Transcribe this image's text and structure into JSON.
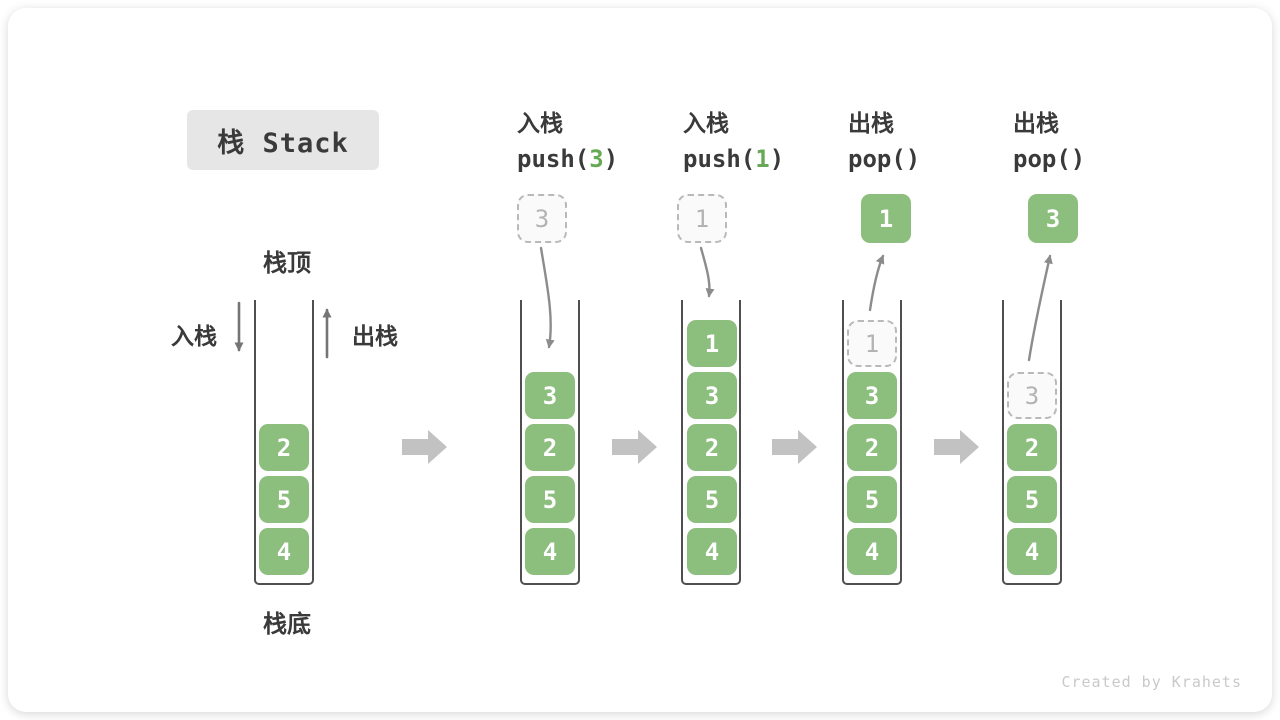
{
  "title": {
    "text": "栈 Stack"
  },
  "legend": {
    "stack_top": "栈顶",
    "stack_bottom": "栈底",
    "push": "入栈",
    "pop": "出栈"
  },
  "operations": [
    {
      "name_cn": "入栈",
      "code_pre": "push(",
      "arg": "3",
      "code_post": ")"
    },
    {
      "name_cn": "入栈",
      "code_pre": "push(",
      "arg": "1",
      "code_post": ")"
    },
    {
      "name_cn": "出栈",
      "code_pre": "pop()",
      "arg": "",
      "code_post": ""
    },
    {
      "name_cn": "出栈",
      "code_pre": "pop()",
      "arg": "",
      "code_post": ""
    }
  ],
  "floating_cells": [
    {
      "value": "3",
      "variant": "dashed"
    },
    {
      "value": "1",
      "variant": "dashed"
    },
    {
      "value": "1",
      "variant": "solid"
    },
    {
      "value": "3",
      "variant": "solid"
    }
  ],
  "stacks": [
    {
      "cells": [
        {
          "value": "2"
        },
        {
          "value": "5"
        },
        {
          "value": "4"
        }
      ]
    },
    {
      "cells": [
        {
          "value": "3"
        },
        {
          "value": "2"
        },
        {
          "value": "5"
        },
        {
          "value": "4"
        }
      ]
    },
    {
      "cells": [
        {
          "value": "1"
        },
        {
          "value": "3"
        },
        {
          "value": "2"
        },
        {
          "value": "5"
        },
        {
          "value": "4"
        }
      ]
    },
    {
      "cells": [
        {
          "value": "1",
          "ghost": true
        },
        {
          "value": "3"
        },
        {
          "value": "2"
        },
        {
          "value": "5"
        },
        {
          "value": "4"
        }
      ]
    },
    {
      "cells": [
        {
          "value": "3",
          "ghost": true
        },
        {
          "value": "2"
        },
        {
          "value": "5"
        },
        {
          "value": "4"
        }
      ]
    }
  ],
  "watermark": "Created by Krahets",
  "colors": {
    "cell_green": "#8cbe7e",
    "arg_green": "#67a956",
    "text_dark": "#3a3a3a",
    "ghost_border": "#b9b9b9",
    "ghost_text": "#b3b3b3",
    "stack_border": "#4f4f4f",
    "transition_arrow": "#c2c2c2",
    "flow_arrow": "#8c8c8c",
    "legend_arrow": "#757575",
    "title_bg": "#e6e6e6",
    "watermark_gray": "#c9c9c9"
  }
}
